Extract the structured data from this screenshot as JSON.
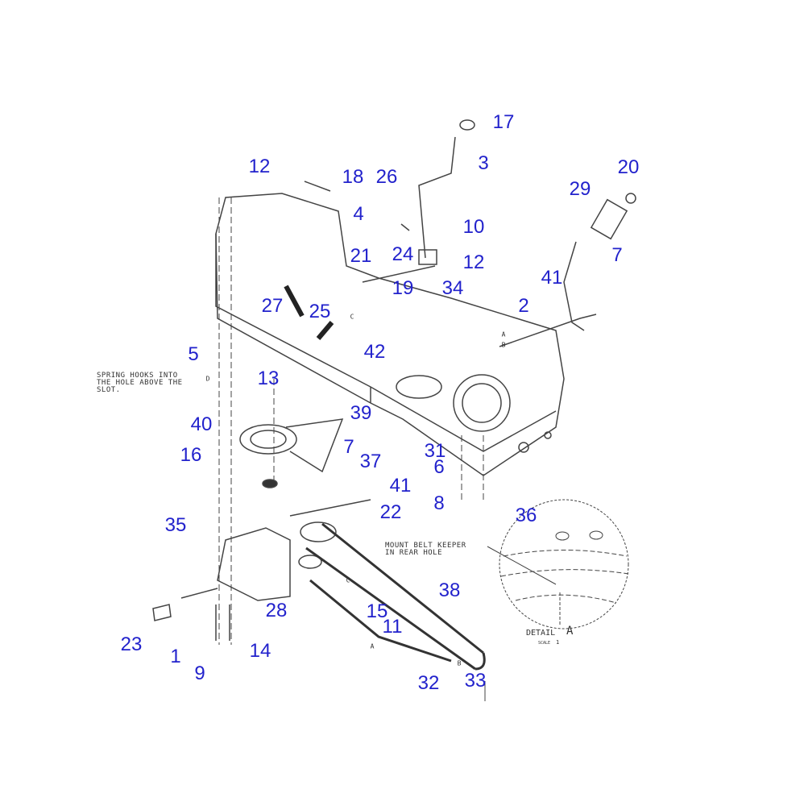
{
  "callouts": [
    "12",
    "18",
    "26",
    "17",
    "3",
    "20",
    "29",
    "4",
    "10",
    "21",
    "24",
    "12",
    "7",
    "41",
    "19",
    "34",
    "27",
    "25",
    "2",
    "5",
    "42",
    "13",
    "40",
    "39",
    "7",
    "31",
    "37",
    "6",
    "16",
    "41",
    "22",
    "8",
    "36",
    "35",
    "38",
    "28",
    "15",
    "11",
    "23",
    "14",
    "1",
    "9",
    "32",
    "33"
  ],
  "notes": {
    "spring": "SPRING HOOKS INTO\nTHE HOLE ABOVE THE\nSLOT.",
    "belt_keeper": "MOUNT BELT KEEPER\nIN REAR HOLE",
    "detail_label": "DETAIL",
    "detail_letter": "A",
    "scale_label": "SCALE",
    "scale_value": "1"
  },
  "letters": [
    "A",
    "B",
    "C",
    "D",
    "C",
    "A",
    "B"
  ],
  "colors": {
    "callout": "#2222cc",
    "line": "#333333"
  }
}
